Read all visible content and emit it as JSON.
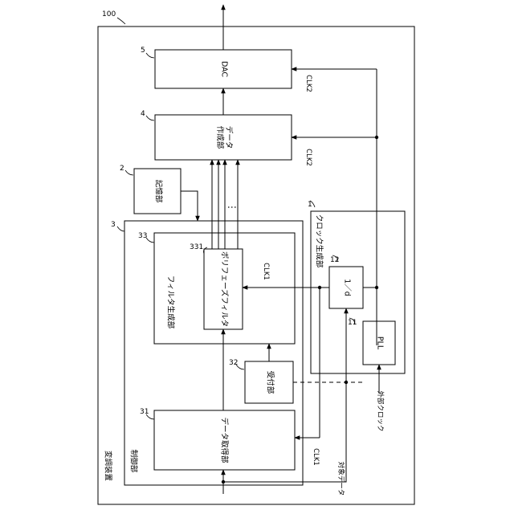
{
  "device": {
    "ref": "100",
    "label": "変調装置"
  },
  "control_unit": {
    "ref": "3",
    "label": "制御部"
  },
  "dac": {
    "ref": "5",
    "label": "DAC"
  },
  "data_generator": {
    "ref": "4",
    "label_line1": "データ",
    "label_line2": "作成部"
  },
  "storage": {
    "ref": "2",
    "label": "記憶部"
  },
  "filter_generator": {
    "ref": "33",
    "label": "フィルタ生成部"
  },
  "polyphase_filter": {
    "ref": "331",
    "label": "ポリフェーズフィルタ"
  },
  "receiver": {
    "ref": "32",
    "label": "受付部"
  },
  "data_acquirer": {
    "ref": "31",
    "label": "データ取得部"
  },
  "clock_generator": {
    "ref": "1",
    "label": "クロック生成部"
  },
  "divider": {
    "ref": "12",
    "label": "1／d"
  },
  "pll": {
    "ref": "11",
    "label": "PLL"
  },
  "signals": {
    "clk2_top": "CLK2",
    "clk2_mid": "CLK2",
    "clk1_filter": "CLK1",
    "clk1_bottom": "CLK1",
    "external_clock": "外部クロック",
    "target_data": "対象データ",
    "dots": "⋮"
  }
}
